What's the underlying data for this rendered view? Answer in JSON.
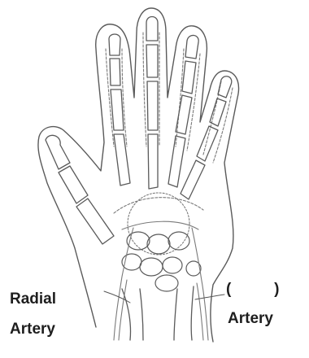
{
  "diagram": {
    "labels": {
      "radial_line1": "Radial",
      "radial_line2": "Artery",
      "blank_label": "(          )",
      "blank_artery": "Artery"
    },
    "colors": {
      "outline": "#5a5a5a",
      "vessel": "#7a7a7a",
      "text": "#1e1e1e"
    }
  }
}
